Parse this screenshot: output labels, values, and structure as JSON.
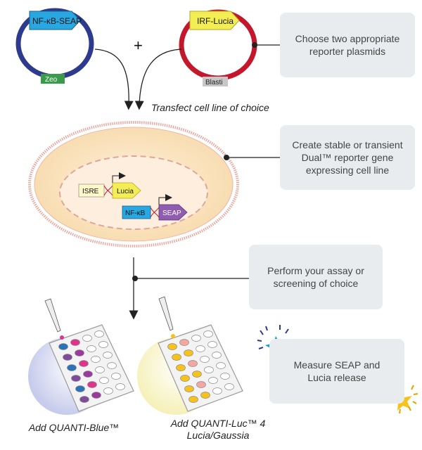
{
  "plasmids": {
    "left": {
      "label": "NF-κB-SEAP",
      "marker": "Zeo",
      "ring_color": "#2e3a8c",
      "label_color": "#29a7e1"
    },
    "right": {
      "label": "IRF-Lucia",
      "marker": "Blasti",
      "ring_color": "#c4172c",
      "label_color": "#f4ee55"
    },
    "plus": "+"
  },
  "transfect_label": "Transfect cell line of choice",
  "boxes": {
    "choose": "Choose two appropriate reporter plasmids",
    "create": "Create stable or transient Dual™ reporter gene expressing cell line",
    "assay": "Perform your assay or screening of choice",
    "measure": "Measure SEAP and Lucia release"
  },
  "cell": {
    "isre": "ISRE",
    "lucia": "Lucia",
    "nfkb": "NF-κB",
    "seap": "SEAP"
  },
  "plates": {
    "blue_caption": "Add QUANTI-Blue™",
    "luc_caption_line1": "Add QUANTI-Luc™ 4",
    "luc_caption_line2": "Lucia/Gaussia"
  },
  "colors": {
    "box_bg": "#e9ecef",
    "cell_fill": "#fbe3c2",
    "cell_border": "#e7a8a0",
    "seap_purple": "#7f4c9c",
    "seap_pink": "#e1338c",
    "lucia_yellow": "#f6c21b",
    "lucia_pink": "#f3a7a0"
  }
}
